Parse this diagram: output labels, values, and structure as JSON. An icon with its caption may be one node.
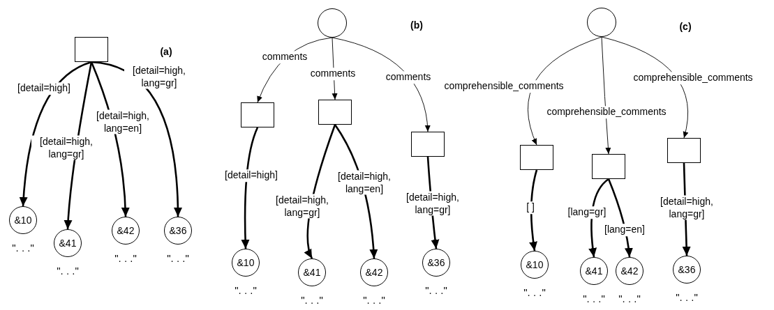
{
  "diagram": {
    "nodes": [
      {
        "text": [],
        "shape": "box"
      },
      {
        "text": [
          "&10"
        ],
        "beside": [
          "\". . .\""
        ]
      },
      {
        "text": [
          "&41"
        ],
        "beside": [
          "\". . .\""
        ]
      },
      {
        "text": [
          "&42"
        ],
        "beside": [
          "\". . .\""
        ]
      },
      {
        "text": [
          "&36"
        ],
        "beside": [
          "\". . .\""
        ]
      },
      {
        "text": [],
        "shape": "circle"
      },
      {
        "text": [],
        "shape": "box"
      },
      {
        "text": [],
        "shape": "box"
      },
      {
        "text": [],
        "shape": "box"
      },
      {
        "text": [
          "&10"
        ],
        "beside": [
          "\". . .\""
        ]
      },
      {
        "text": [
          "&41"
        ],
        "beside": [
          "\". . .\""
        ]
      },
      {
        "text": [
          "&42"
        ],
        "beside": [
          "\". . .\""
        ]
      },
      {
        "text": [
          "&36"
        ],
        "beside": [
          "\". . .\""
        ]
      },
      {
        "text": [],
        "shape": "circle"
      },
      {
        "text": [],
        "shape": "box"
      },
      {
        "text": [],
        "shape": "box"
      },
      {
        "text": [],
        "shape": "box"
      },
      {
        "text": [
          "&10"
        ],
        "beside": [
          "\". . .\""
        ]
      },
      {
        "text": [
          "&41"
        ],
        "beside": [
          "\". . .\""
        ]
      },
      {
        "text": [
          "&42"
        ],
        "beside": [
          "\". . .\""
        ]
      },
      {
        "text": [
          "&36"
        ],
        "beside": [
          "\". . .\""
        ]
      }
    ],
    "edges": [
      {
        "from": 0,
        "to": 1,
        "arrow": "to",
        "label": "[detail=high]"
      },
      {
        "from": 0,
        "to": 2,
        "arrow": "to",
        "label": "[detail=high, lang=gr]"
      },
      {
        "from": 0,
        "to": 3,
        "arrow": "to",
        "label": "[detail=high, lang=en]"
      },
      {
        "from": 0,
        "to": 4,
        "arrow": "to",
        "label": "[detail=high, lang=gr]"
      },
      {
        "from": 5,
        "to": 6,
        "arrow": "to",
        "label": "comments"
      },
      {
        "from": 5,
        "to": 7,
        "arrow": "to",
        "label": "comments"
      },
      {
        "from": 5,
        "to": 8,
        "arrow": "to",
        "label": "comments"
      },
      {
        "from": 6,
        "to": 9,
        "arrow": "to",
        "label": "[detail=high]"
      },
      {
        "from": 7,
        "to": 10,
        "arrow": "to",
        "label": "[detail=high, lang=gr]"
      },
      {
        "from": 7,
        "to": 11,
        "arrow": "to",
        "label": "[detail=high, lang=en]"
      },
      {
        "from": 8,
        "to": 12,
        "arrow": "to",
        "label": "[detail=high, lang=gr]"
      },
      {
        "from": 13,
        "to": 14,
        "arrow": "to",
        "label": "comprehensible_comments"
      },
      {
        "from": 13,
        "to": 15,
        "arrow": "to",
        "label": "comprehensible_comments"
      },
      {
        "from": 13,
        "to": 16,
        "arrow": "to",
        "label": "comprehensible_comments"
      },
      {
        "from": 14,
        "to": 17,
        "arrow": "to",
        "label": "[ ]"
      },
      {
        "from": 15,
        "to": 18,
        "arrow": "to",
        "label": "[lang=gr]"
      },
      {
        "from": 15,
        "to": 19,
        "arrow": "to",
        "label": "[lang=en]"
      },
      {
        "from": 16,
        "to": 20,
        "arrow": "to",
        "label": "[detail=high, lang=gr]"
      }
    ],
    "labels": [
      "(a)",
      "(b)",
      "(c)"
    ]
  }
}
